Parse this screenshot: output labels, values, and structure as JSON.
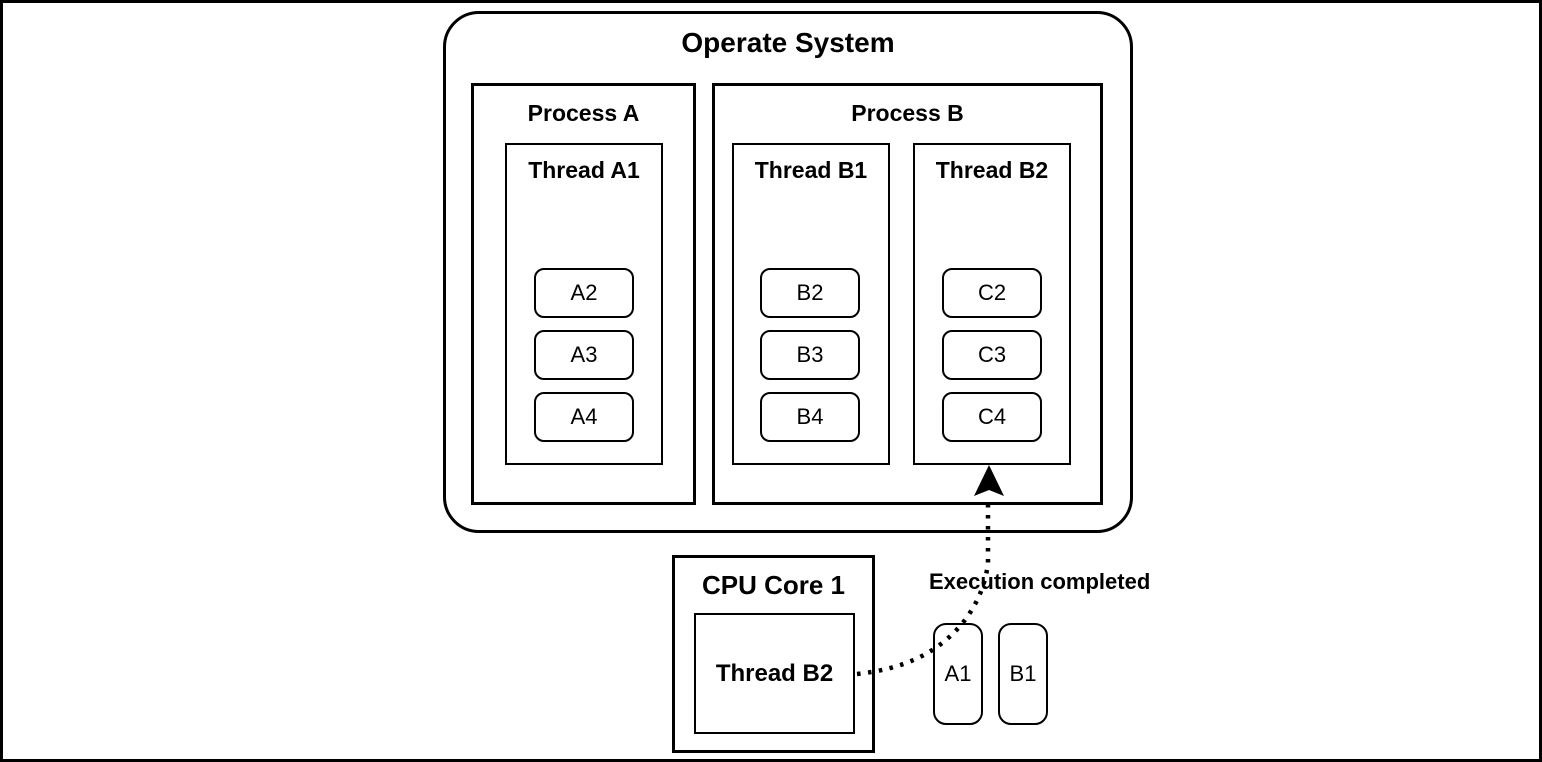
{
  "colors": {
    "ink": "#000000",
    "background": "#ffffff"
  },
  "operate_system": {
    "title": "Operate System",
    "process_a": {
      "title": "Process A",
      "threads": [
        {
          "title": "Thread A1",
          "tasks": [
            "A2",
            "A3",
            "A4"
          ]
        }
      ]
    },
    "process_b": {
      "title": "Process B",
      "threads": [
        {
          "title": "Thread B1",
          "tasks": [
            "B2",
            "B3",
            "B4"
          ]
        },
        {
          "title": "Thread B2",
          "tasks": [
            "C2",
            "C3",
            "C4"
          ]
        }
      ]
    }
  },
  "cpu_core": {
    "title": "CPU Core 1",
    "running_thread": "Thread B2"
  },
  "arrow": {
    "label": "Execution completed"
  },
  "queue_items": [
    "A1",
    "B1"
  ]
}
